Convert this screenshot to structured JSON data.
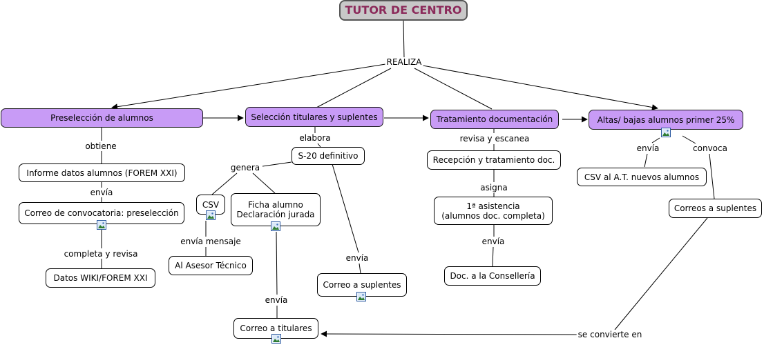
{
  "root": {
    "title": "TUTOR DE CENTRO"
  },
  "phrases": {
    "realiza": "REALIZA",
    "obtiene": "obtiene",
    "envia_1": "envía",
    "completa_revisa": "completa y revisa",
    "elabora": "elabora",
    "genera": "genera",
    "envia_mensaje": "envía mensaje",
    "envia_2": "envía",
    "envia_3": "envía",
    "revisa_escanea": "revisa y escanea",
    "asigna": "asigna",
    "envia_4": "envía",
    "envia_5": "envía",
    "convoca": "convoca",
    "se_convierte": "se convierte en"
  },
  "nodes": {
    "preseleccion": "Preselección de alumnos",
    "seleccion": "Selección titulares y suplentes",
    "tratamiento": "Tratamiento documentación",
    "altas": "Altas/ bajas alumnos primer 25%",
    "informe": "Informe datos alumnos (FOREM XXI)",
    "correo_conv": "Correo de convocatoria: preselección",
    "datos_wiki": "Datos WIKI/FOREM XXI",
    "s20": "S-20 definitivo",
    "csv": "CSV",
    "ficha_l1": "Ficha alumno",
    "ficha_l2": "Declaración jurada",
    "asesor": "Al Asesor Técnico",
    "correo_sup": "Correo a suplentes",
    "correo_tit": "Correo a titulares",
    "recepcion": "Recepción y tratamiento doc.",
    "asistencia_l1": "1ª asistencia",
    "asistencia_l2": "(alumnos doc. completa)",
    "consell": "Doc. a la Consellería",
    "csv_at": "CSV al A.T. nuevos alumnos",
    "correos_sup": "Correos a suplentes"
  },
  "icons": [
    "image-icon",
    "image-icon",
    "image-icon",
    "image-icon",
    "image-icon",
    "image-icon"
  ],
  "colors": {
    "main_node": "#c89bf6",
    "root_node": "#c8c8c8",
    "root_text": "#8b2a5a",
    "icon_border": "#2c5aa0"
  }
}
